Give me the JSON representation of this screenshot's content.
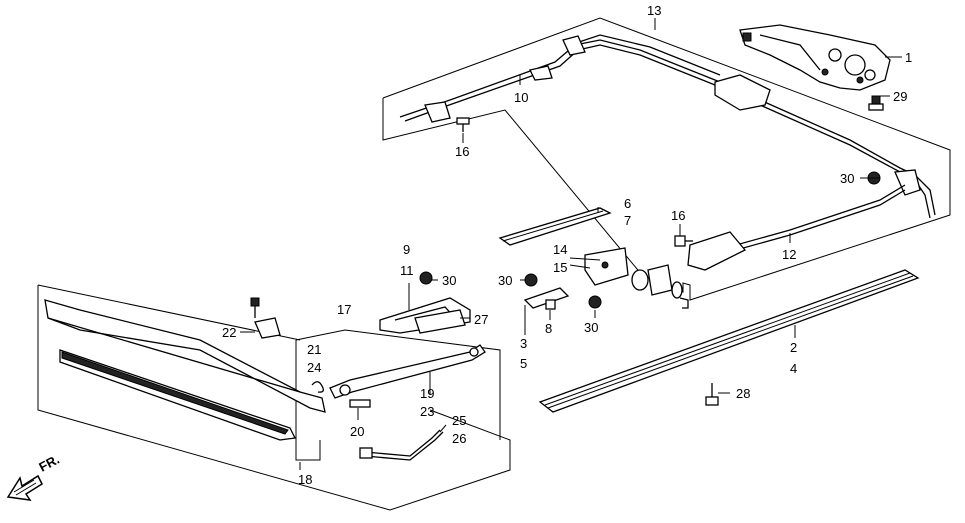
{
  "diagram": {
    "callouts": [
      "1",
      "2",
      "3",
      "4",
      "5",
      "6",
      "7",
      "8",
      "9",
      "10",
      "11",
      "12",
      "13",
      "14",
      "15",
      "16",
      "16",
      "17",
      "18",
      "19",
      "20",
      "21",
      "22",
      "23",
      "24",
      "25",
      "26",
      "27",
      "28",
      "29",
      "30",
      "30",
      "30",
      "30"
    ],
    "direction_label": "FR."
  }
}
